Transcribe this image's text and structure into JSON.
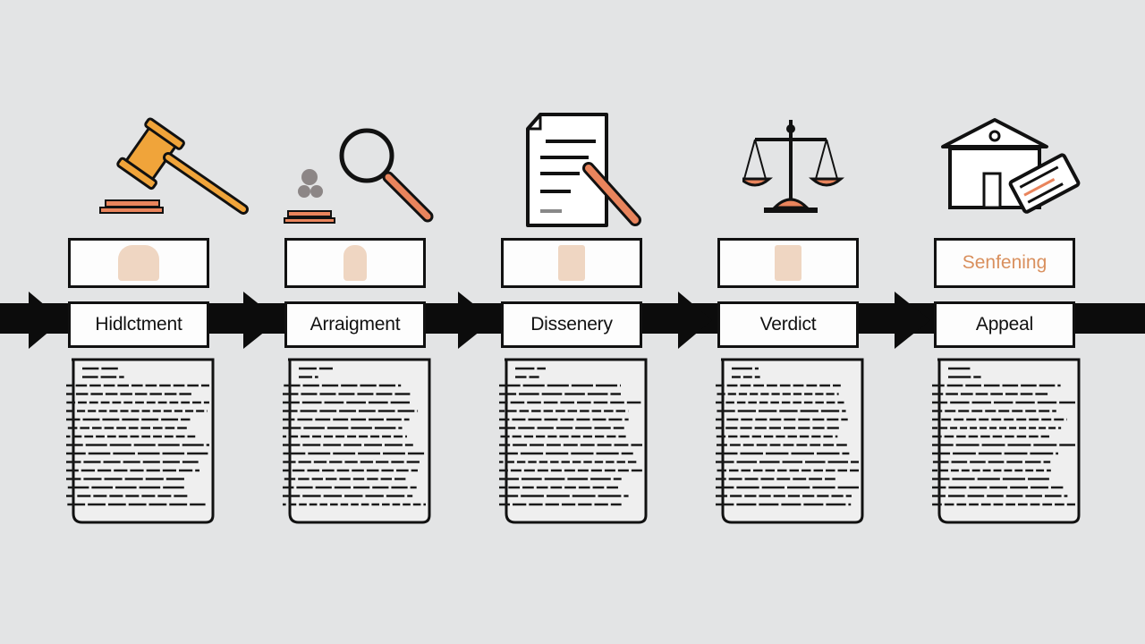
{
  "colors": {
    "background": "#e3e4e5",
    "ink": "#111111",
    "accent_orange": "#f0a43a",
    "accent_salmon": "#e9845c",
    "placeholder_tan": "#e8c9b0"
  },
  "stages": [
    {
      "icon": "gavel-icon",
      "top_label": "",
      "label": "Hidlctment"
    },
    {
      "icon": "magnifying-glass-icon",
      "top_label": "",
      "label": "Arraigment"
    },
    {
      "icon": "document-pen-icon",
      "top_label": "",
      "label": "Dissenery"
    },
    {
      "icon": "scales-of-justice-icon",
      "top_label": "",
      "label": "Verdict"
    },
    {
      "icon": "courthouse-icon",
      "top_label": "Senfening",
      "label": "Appeal"
    }
  ]
}
